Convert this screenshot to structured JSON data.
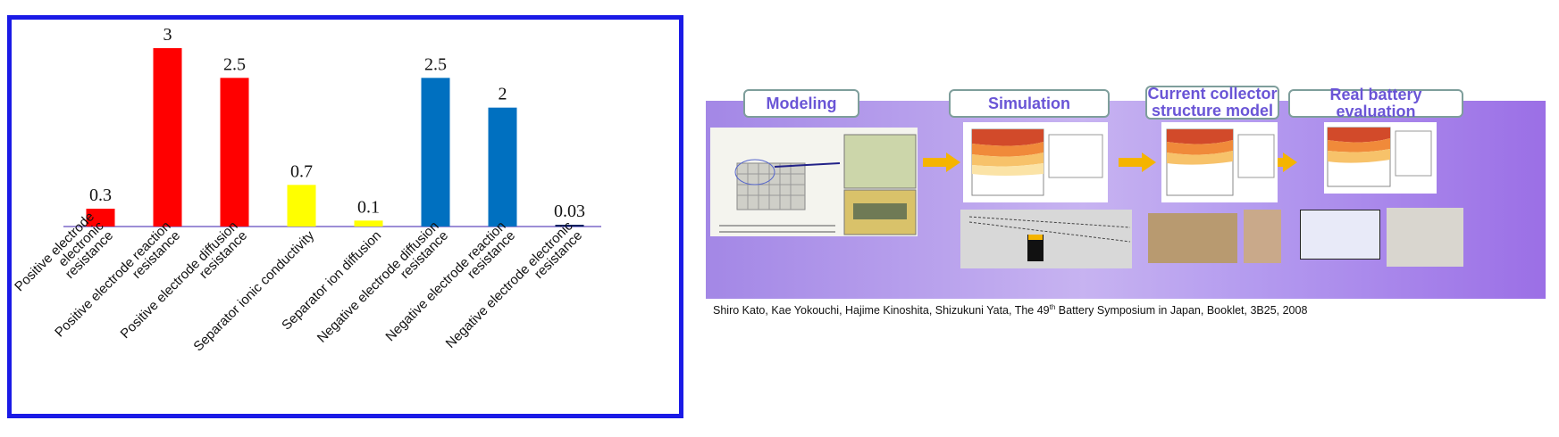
{
  "chart_data": {
    "type": "bar",
    "categories": [
      "Positive electrode electronic resistance",
      "Positive electrode reaction resistance",
      "Positive electrode diffusion resistance",
      "Separator ionic conductivity",
      "Separator ion diffusion",
      "Negative electrode diffusion resistance",
      "Negative electrode reaction resistance",
      "Negative electrode electronic resistance"
    ],
    "category_lines": [
      [
        "Positive electrode",
        "electronic",
        "resistance"
      ],
      [
        "Positive electrode reaction",
        "resistance"
      ],
      [
        "Positive electrode diffusion",
        "resistance"
      ],
      [
        "Separator ionic conductivity"
      ],
      [
        "Separator ion diffusion"
      ],
      [
        "Negative electrode diffusion",
        "resistance"
      ],
      [
        "Negative electrode reaction",
        "resistance"
      ],
      [
        "Negative electrode electronic",
        "resistance"
      ]
    ],
    "values": [
      0.3,
      3,
      2.5,
      0.7,
      0.1,
      2.5,
      2,
      0.03
    ],
    "value_labels": [
      "0.3",
      "3",
      "2.5",
      "0.7",
      "0.1",
      "2.5",
      "2",
      "0.03"
    ],
    "colors": [
      "#ff0000",
      "#ff0000",
      "#ff0000",
      "#ffff00",
      "#ffff00",
      "#0070c0",
      "#0070c0",
      "#002060"
    ],
    "ylim": [
      0,
      3.3
    ],
    "grid": false,
    "title": "",
    "xlabel": "",
    "ylabel": ""
  },
  "banner": {
    "stages": [
      "Modeling",
      "Simulation",
      "Current collector structure model",
      "Real battery evaluation"
    ],
    "stage3_lines": [
      "Current collector",
      "structure model"
    ],
    "colors": {
      "accent": "#6a55d6",
      "arrow": "#f5b400",
      "frame": "#1a1ae6"
    }
  },
  "citation": {
    "before_sup": "Shiro Kato, Kae Yokouchi, Hajime Kinoshita, Shizukuni Yata, The 49",
    "sup": "th",
    "after_sup": " Battery Symposium in Japan, Booklet, 3B25, 2008"
  }
}
